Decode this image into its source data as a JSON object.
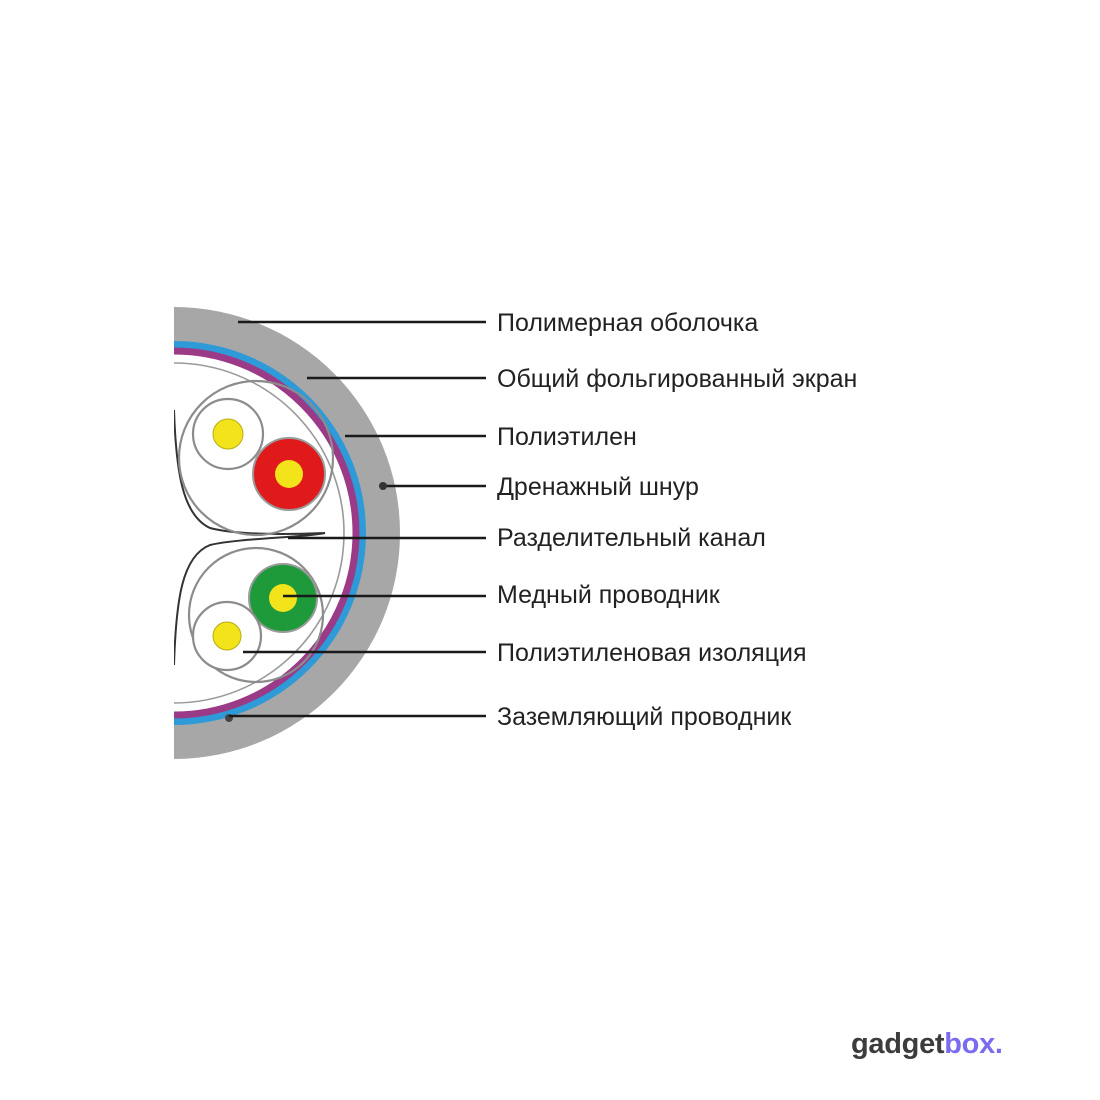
{
  "diagram": {
    "labels": [
      "Полимерная оболочка",
      "Общий фольгированный экран",
      "Полиэтилен",
      "Дренажный шнур",
      "Разделительный канал",
      "Медный проводник",
      "Полиэтиленовая изоляция",
      "Заземляющий проводник"
    ]
  },
  "colors": {
    "jacket": "#a7a7a7",
    "foil": "#2e9ad8",
    "polyethylene": "#9b3a86",
    "red_insulation": "#e0191a",
    "green_insulation": "#1e9a3a",
    "copper_core": "#f2e31b",
    "pair_outline": "#8c8c8c"
  },
  "logo": {
    "part1": "gadget",
    "part2": "box."
  }
}
